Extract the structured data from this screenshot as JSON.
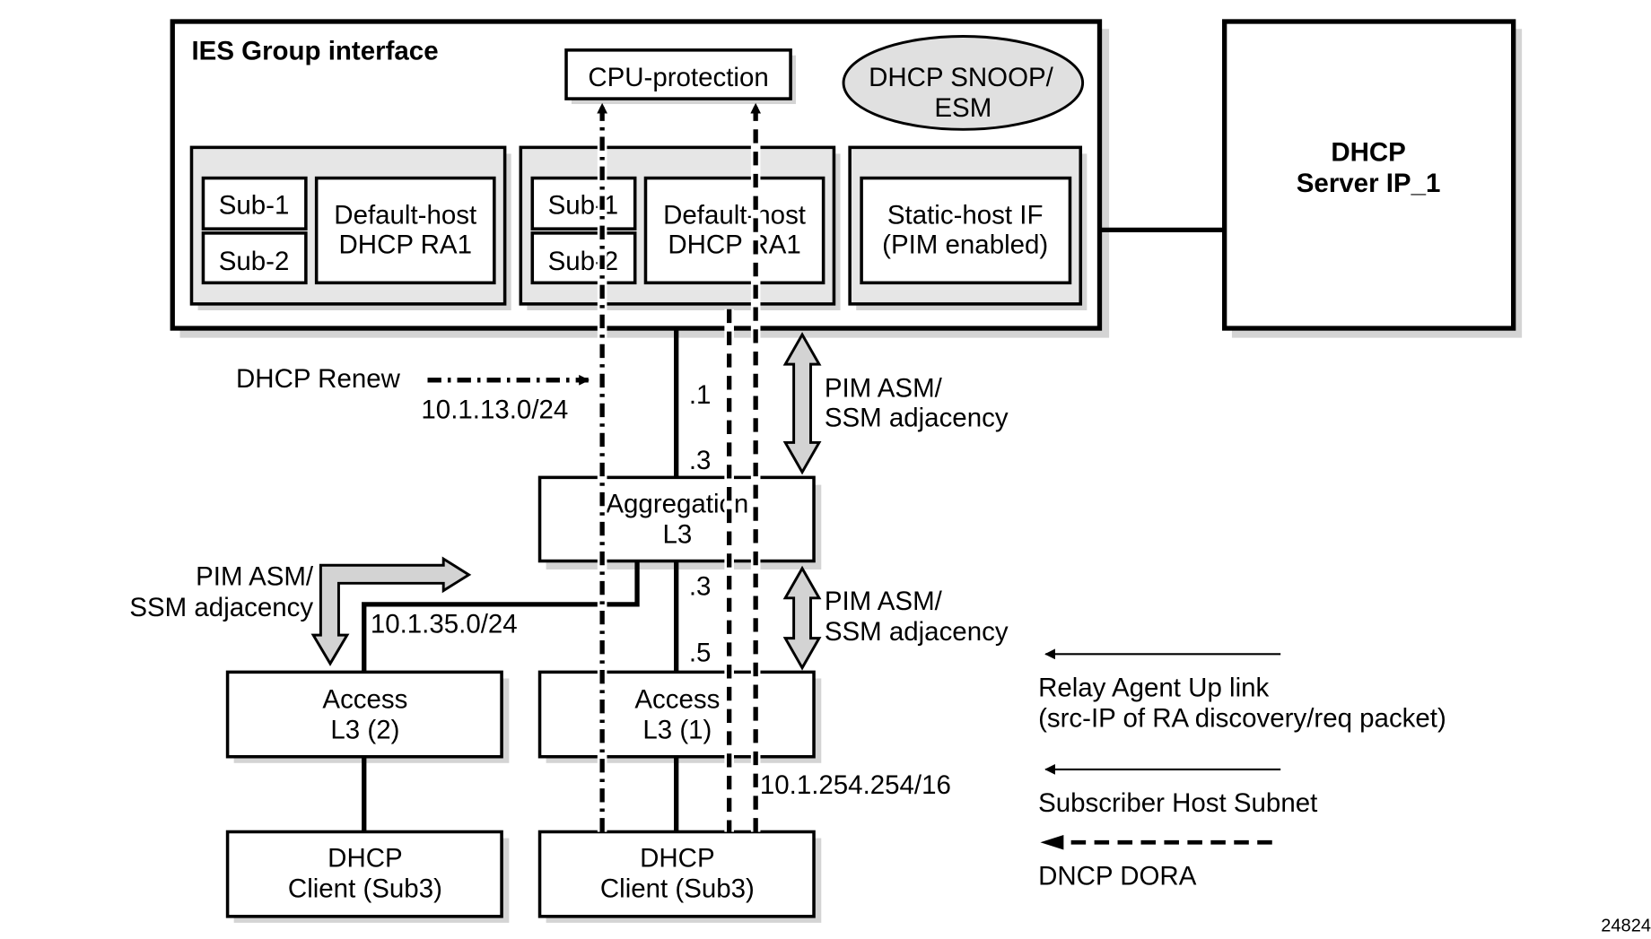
{
  "diagram": {
    "figure_id": "24824",
    "ies_group": {
      "title": "IES Group interface",
      "cpu_protection": "CPU-protection",
      "dhcp_snoop": [
        "DHCP SNOOP/",
        "ESM"
      ],
      "panel_left": {
        "sub1": "Sub-1",
        "sub2": "Sub-2",
        "default_host": [
          "Default-host",
          "DHCP RA1"
        ]
      },
      "panel_middle": {
        "sub1": "Sub-1",
        "sub2": "Sub-2",
        "default_host": [
          "Default-host",
          "DHCP RA1"
        ]
      },
      "panel_right": {
        "static_host": [
          "Static-host IF",
          "(PIM enabled)"
        ]
      }
    },
    "dhcp_server": [
      "DHCP",
      "Server IP_1"
    ],
    "aggregation": [
      "Aggregation",
      "L3"
    ],
    "access1": [
      "Access",
      "L3 (1)"
    ],
    "access2": [
      "Access",
      "L3 (2)"
    ],
    "client_left": [
      "DHCP",
      "Client (Sub3)"
    ],
    "client_right": [
      "DHCP",
      "Client (Sub3)"
    ],
    "labels": {
      "dhcp_renew": "DHCP Renew",
      "subnet_13": "10.1.13.0/24",
      "subnet_35": "10.1.35.0/24",
      "subnet_254": "10.1.254.254/16",
      "addr_1": ".1",
      "addr_3_upper": ".3",
      "addr_3_lower": ".3",
      "addr_5": ".5",
      "pim_upper": [
        "PIM ASM/",
        "SSM adjacency"
      ],
      "pim_middle": [
        "PIM ASM/",
        "SSM adjacency"
      ],
      "pim_left": [
        "PIM ASM/",
        "SSM adjacency"
      ]
    },
    "legend": [
      {
        "line": "solid",
        "text": [
          "Relay Agent Up link",
          "(src-IP of RA discovery/req packet)"
        ]
      },
      {
        "line": "solid",
        "text": [
          "Subscriber Host Subnet"
        ]
      },
      {
        "line": "dashed",
        "text": [
          "DNCP DORA"
        ]
      }
    ]
  }
}
